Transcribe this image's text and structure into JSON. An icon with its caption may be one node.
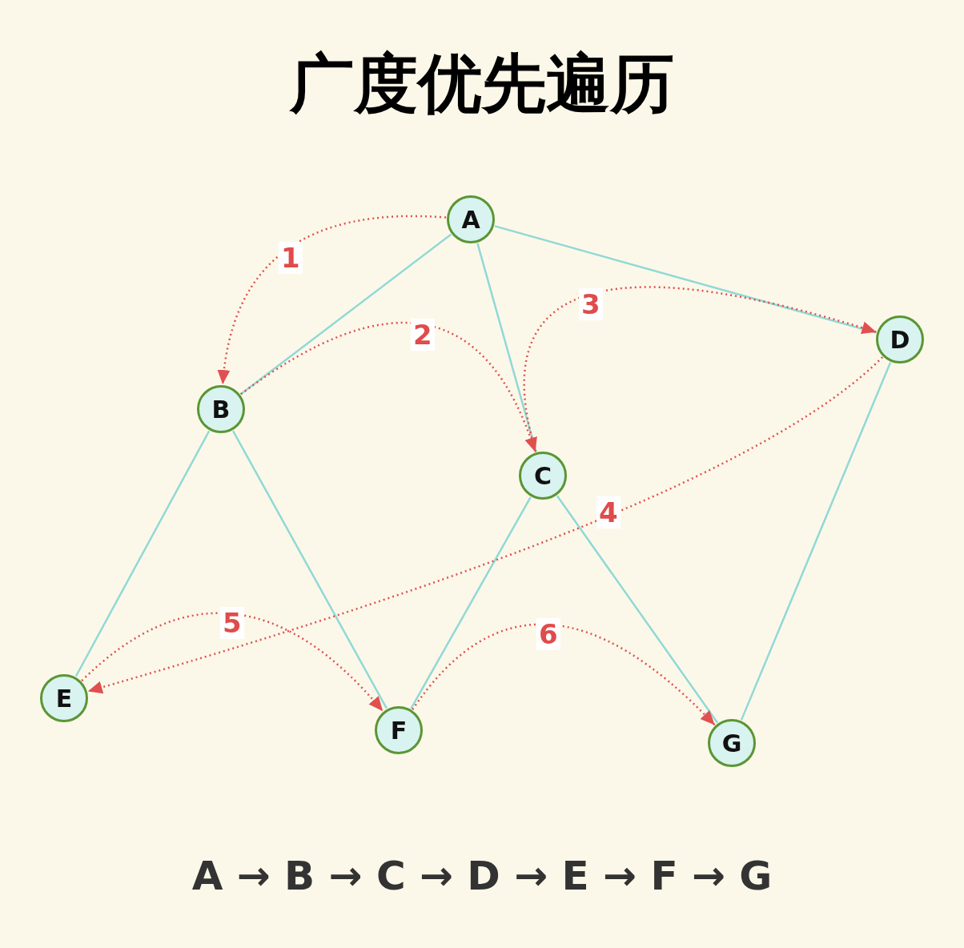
{
  "diagram": {
    "title": "广度优先遍历",
    "nodes": [
      {
        "text": [
          "A"
        ]
      },
      {
        "text": [
          "B"
        ]
      },
      {
        "text": [
          "C"
        ]
      },
      {
        "text": [
          "D"
        ]
      },
      {
        "text": [
          "E"
        ]
      },
      {
        "text": [
          "F"
        ]
      },
      {
        "text": [
          "G"
        ]
      }
    ],
    "edges": [
      {
        "from": 0,
        "to": 1,
        "arrow": "none"
      },
      {
        "from": 0,
        "to": 2,
        "arrow": "none"
      },
      {
        "from": 0,
        "to": 3,
        "arrow": "none"
      },
      {
        "from": 1,
        "to": 4,
        "arrow": "none"
      },
      {
        "from": 1,
        "to": 5,
        "arrow": "none"
      },
      {
        "from": 2,
        "to": 5,
        "arrow": "none"
      },
      {
        "from": 2,
        "to": 6,
        "arrow": "none"
      },
      {
        "from": 3,
        "to": 6,
        "arrow": "none"
      },
      {
        "from": 0,
        "to": 1,
        "arrow": "to",
        "label": "1",
        "style": "dashed",
        "color": "#e05050"
      },
      {
        "from": 1,
        "to": 2,
        "arrow": "to",
        "label": "2",
        "style": "dashed",
        "color": "#e05050"
      },
      {
        "from": 2,
        "to": 3,
        "arrow": "to",
        "label": "3",
        "style": "dashed",
        "color": "#e05050"
      },
      {
        "from": 3,
        "to": 4,
        "arrow": "to",
        "label": "4",
        "style": "dashed",
        "color": "#e05050"
      },
      {
        "from": 4,
        "to": 5,
        "arrow": "to",
        "label": "5",
        "style": "dashed",
        "color": "#e05050"
      },
      {
        "from": 5,
        "to": 6,
        "arrow": "to",
        "label": "6",
        "style": "dashed",
        "color": "#e05050"
      }
    ],
    "labels": [
      "A → B → C → D → E → F → G"
    ]
  }
}
